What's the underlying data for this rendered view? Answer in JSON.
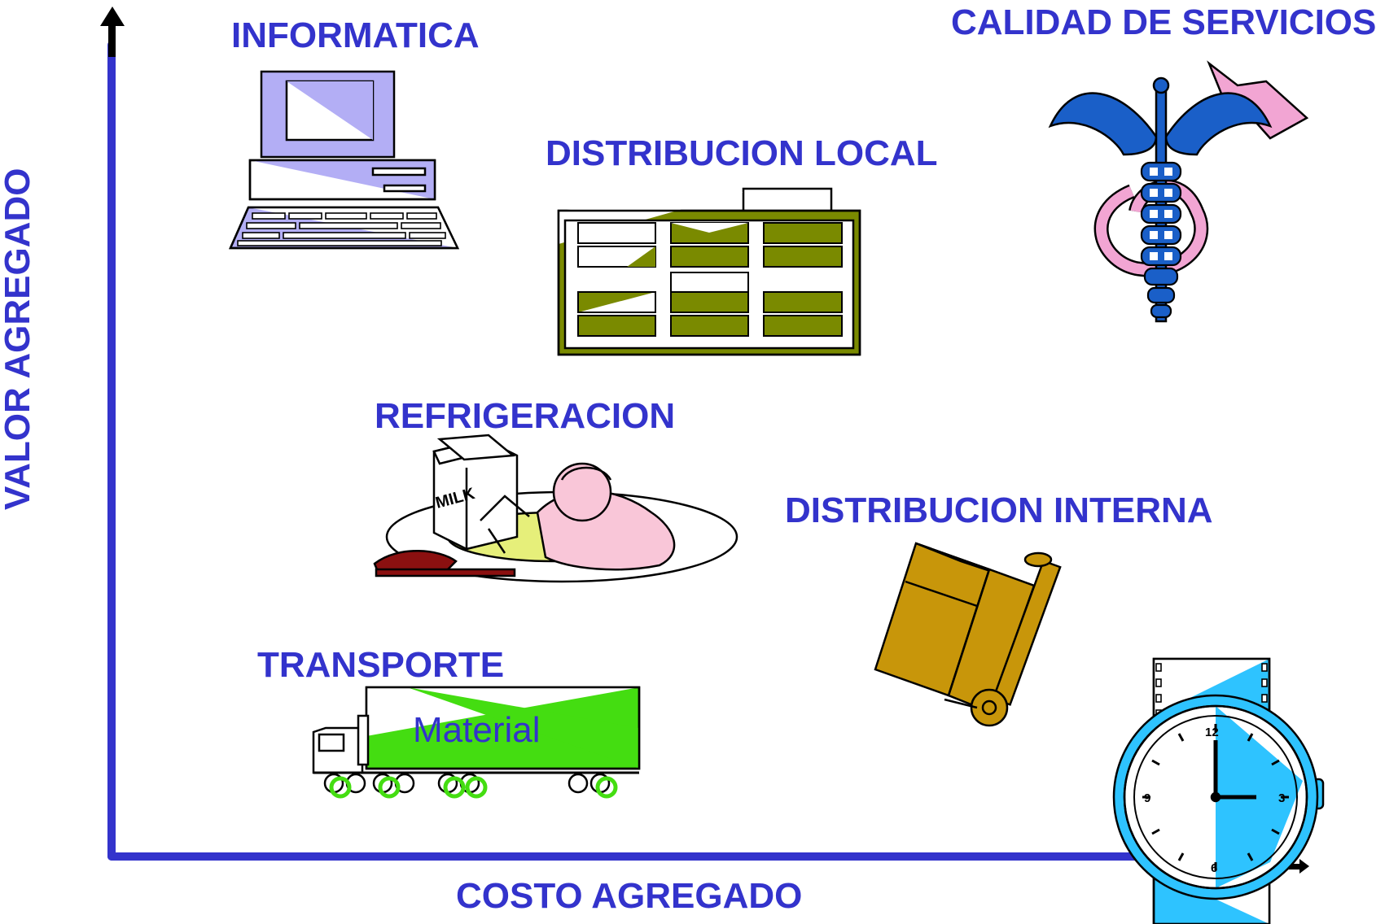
{
  "axes": {
    "y_label": "VALOR AGREGADO",
    "x_label": "COSTO AGREGADO"
  },
  "categories": {
    "informatica": "INFORMATICA",
    "calidad": "CALIDAD DE SERVICIOS",
    "distribucion_local": "DISTRIBUCION LOCAL",
    "refrigeracion": "REFRIGERACION",
    "distribucion_interna": "DISTRIBUCION INTERNA",
    "transporte": "TRANSPORTE"
  },
  "truck_text": "Material",
  "colors": {
    "label": "#3333cc",
    "axis": "#3333cc",
    "computer": "#b3aef5",
    "shelf": "#7a8a00",
    "truck": "#44dd11",
    "cart": "#c8960a",
    "watch": "#2ec3ff",
    "caduceus": "#1a5fc8",
    "caduceus_ribbon": "#f2a5d3"
  }
}
